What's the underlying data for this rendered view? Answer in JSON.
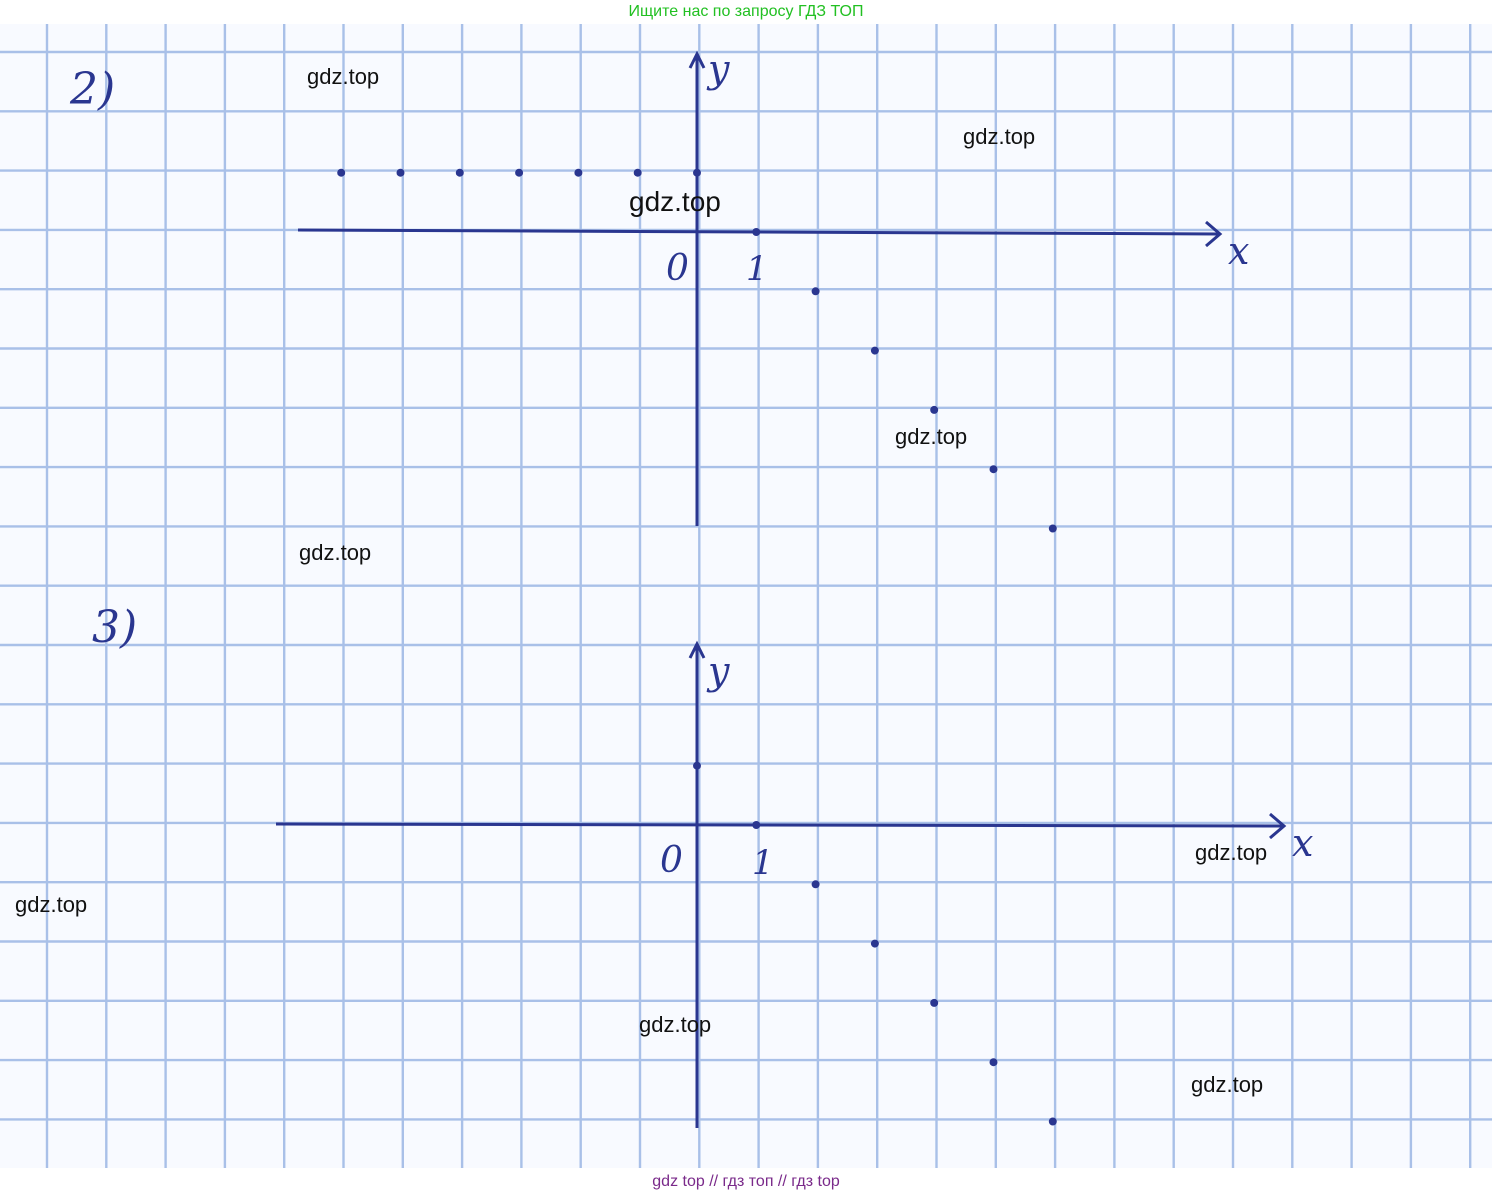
{
  "header": {
    "text": "Ищите нас по запросу ГДЗ ТОП",
    "color": "#22c022"
  },
  "footer": {
    "text": "gdz top  //  гдз топ  //  гдз top",
    "color": "#7a2a8a"
  },
  "ink_color": "#2a3690",
  "grid_color": "#a9c0e8",
  "watermarks": [
    "gdz.top",
    "gdz.top",
    "gdz.top",
    "gdz.top",
    "gdz.top",
    "gdz.top",
    "gdz.top",
    "gdz.top",
    "gdz.top"
  ],
  "graphs": [
    {
      "label": "2)",
      "x_axis_label": "x",
      "y_axis_label": "y",
      "origin_label": "0",
      "unit_label": "1",
      "points": [
        [
          -6,
          1
        ],
        [
          -5,
          1
        ],
        [
          -4,
          1
        ],
        [
          -3,
          1
        ],
        [
          -2,
          1
        ],
        [
          -1,
          1
        ],
        [
          0,
          1
        ],
        [
          1,
          0
        ],
        [
          2,
          -1
        ],
        [
          3,
          -2
        ],
        [
          4,
          -3
        ],
        [
          5,
          -4
        ],
        [
          6,
          -5
        ]
      ]
    },
    {
      "label": "3)",
      "x_axis_label": "x",
      "y_axis_label": "y",
      "origin_label": "0",
      "unit_label": "1",
      "points": [
        [
          0,
          1
        ],
        [
          1,
          0
        ],
        [
          2,
          -1
        ],
        [
          3,
          -2
        ],
        [
          4,
          -3
        ],
        [
          5,
          -4
        ],
        [
          6,
          -5
        ]
      ]
    }
  ]
}
